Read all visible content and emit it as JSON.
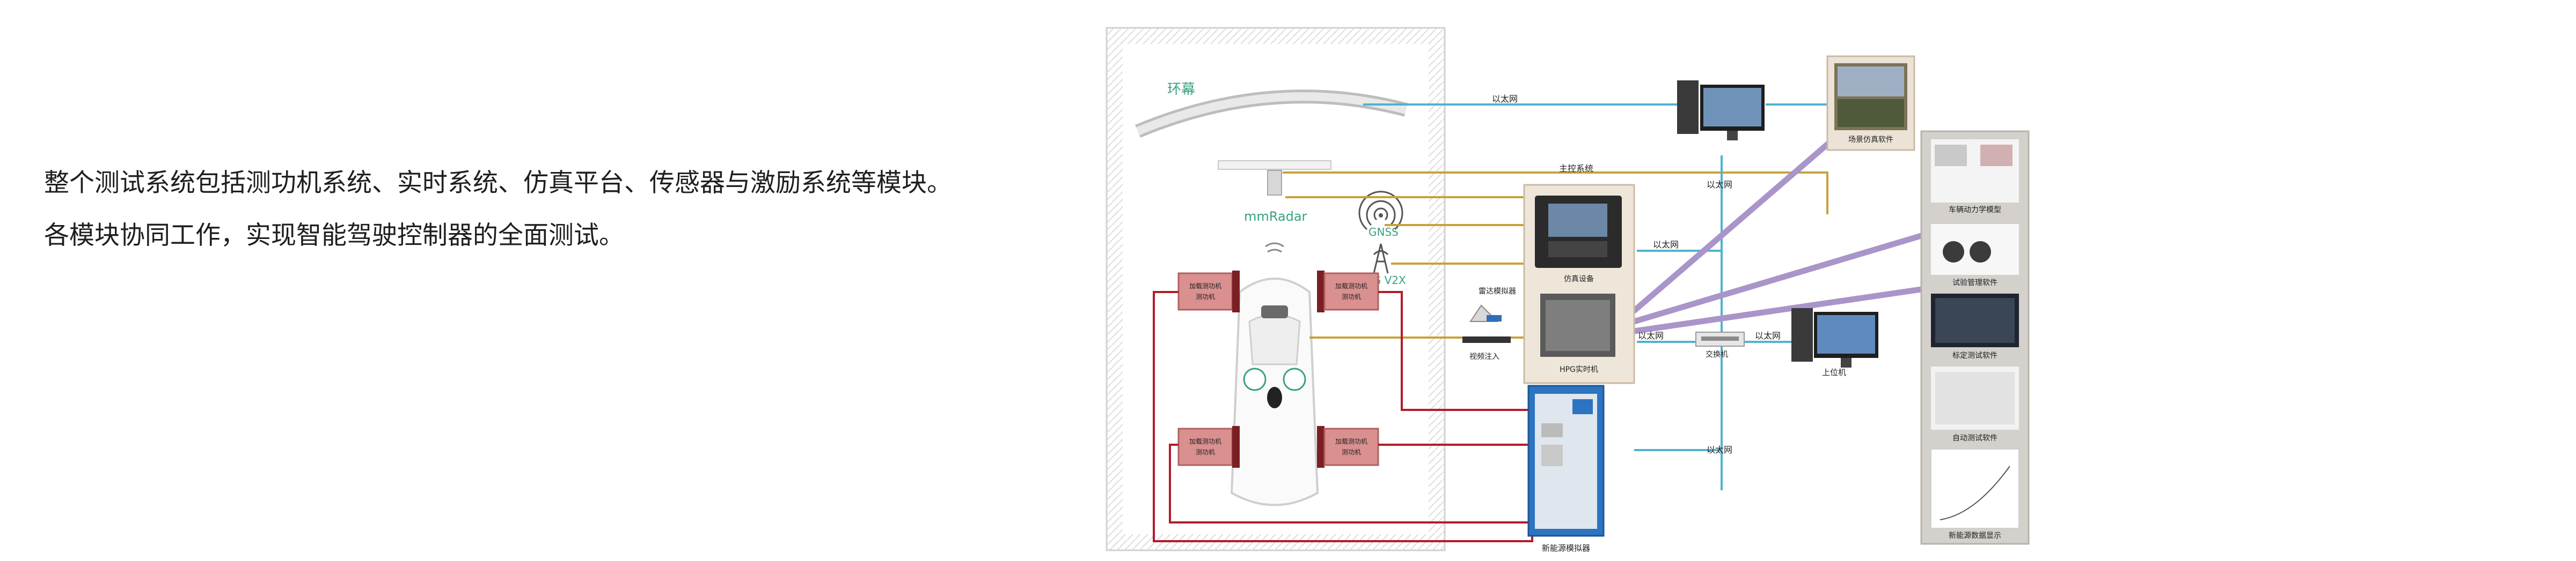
{
  "intro": {
    "line1": "整个测试系统包括测功机系统、实时系统、仿真平台、传感器与激励系统等模块。",
    "line2": "各模块协同工作，实现智能驾驶控制器的全面测试。"
  },
  "diagram": {
    "chamber": {
      "arc_label": "环幕",
      "radar_label": "mmRadar",
      "gnss_label": "GNSS",
      "v2x_label": "5G V2X"
    },
    "dyno_label_top": "加载测功机",
    "dyno_label_bottom": "测功机",
    "master_system_label": "主控系统",
    "hil_label": "仿真设备",
    "radar_sim_label": "雷达模拟器",
    "rt_label": "HPG实时机",
    "video_label": "视频注入",
    "battery_label": "新能源模拟器",
    "switch_label": "交换机",
    "host_label": "上位机",
    "ethernet_label": "以太网",
    "scene_label": "场景仿真软件",
    "software": [
      {
        "label": "车辆动力学模型"
      },
      {
        "label": "试验管理软件"
      },
      {
        "label": "标定测试软件"
      },
      {
        "label": "自动测试软件"
      },
      {
        "label": "新能源数据显示"
      }
    ],
    "colors": {
      "ethernet": "#4fb3cf",
      "signal": "#c8a23a",
      "power": "#b31b2a",
      "software_link": "#a995c9",
      "dyno": "#d9908f"
    }
  }
}
